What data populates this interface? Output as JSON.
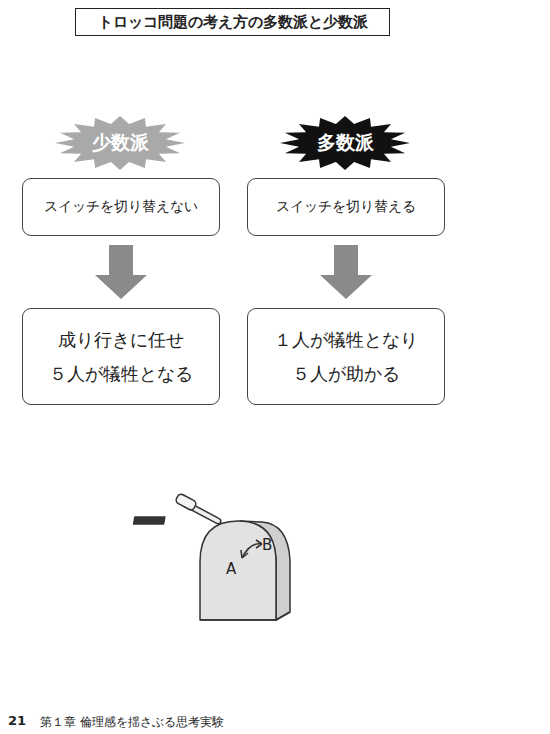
{
  "diagram": {
    "title": "トロッコ問題の考え方の多数派と少数派",
    "nodes": [
      {
        "text": [
          "少数派"
        ]
      },
      {
        "text": [
          "多数派"
        ]
      },
      {
        "text": [
          "スイッチを切り替えない"
        ]
      },
      {
        "text": [
          "スイッチを切り替える"
        ]
      },
      {
        "text": [
          "成り行きに任せ ５人が犠牲となる"
        ]
      },
      {
        "text": [
          "１人が犠牲となり ５人が助かる"
        ]
      }
    ],
    "edges": [
      {
        "from": 2,
        "to": 4,
        "arrow": "to"
      },
      {
        "from": 3,
        "to": 5,
        "arrow": "to"
      }
    ],
    "labels": [
      "A",
      "B",
      "21",
      "第１章 倫理感を揺さぶる思考実験"
    ]
  }
}
